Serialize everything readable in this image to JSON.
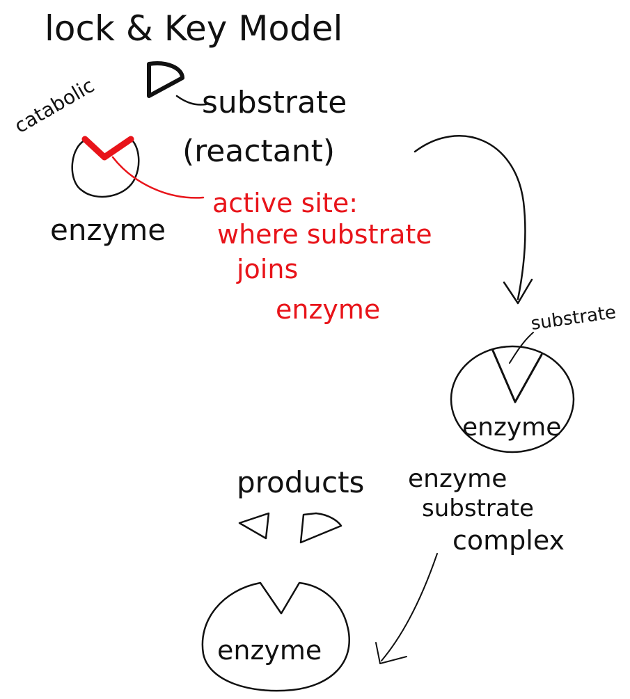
{
  "title": "lock & Key Model",
  "catabolic_label": "catabolic",
  "substrate_label": "substrate",
  "reactant_label": "(reactant)",
  "enzyme_label": "enzyme",
  "active_site": {
    "line1": "active site:",
    "line2": "where substrate",
    "line3": "joins",
    "line4": "enzyme"
  },
  "complex": {
    "substrate_label": "substrate",
    "enzyme_label": "enzyme",
    "caption_line1": "enzyme",
    "caption_line2": "substrate",
    "caption_line3": "complex"
  },
  "products_label": "products",
  "final_enzyme_label": "enzyme",
  "colors": {
    "ink": "#111111",
    "annotation": "#e8141a"
  }
}
